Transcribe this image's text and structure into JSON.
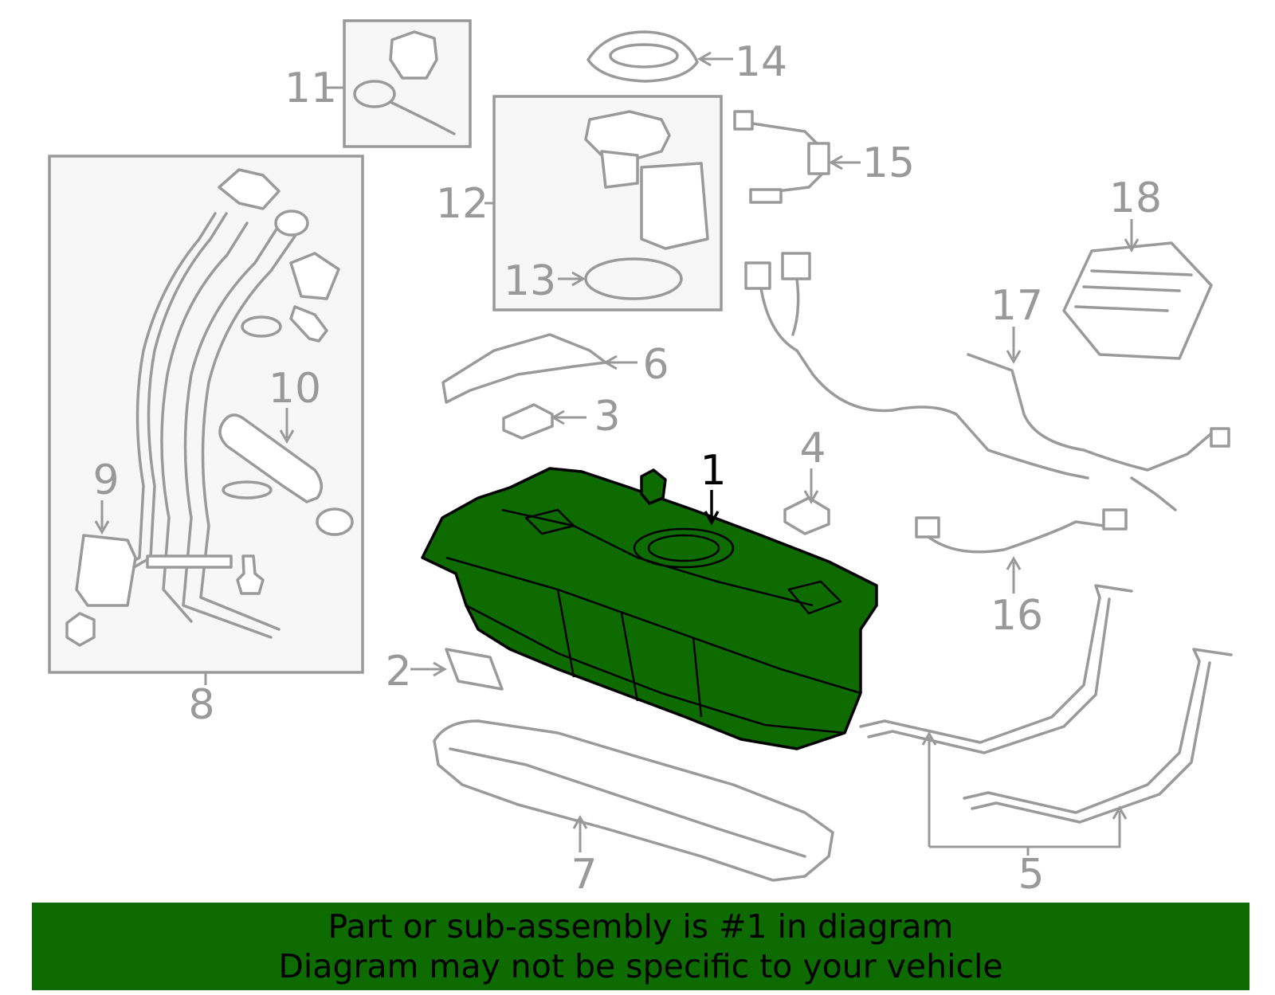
{
  "callouts": {
    "c1": "1",
    "c2": "2",
    "c3": "3",
    "c4": "4",
    "c5": "5",
    "c6": "6",
    "c7": "7",
    "c8": "8",
    "c9": "9",
    "c10": "10",
    "c11": "11",
    "c12": "12",
    "c13": "13",
    "c14": "14",
    "c15": "15",
    "c16": "16",
    "c17": "17",
    "c18": "18"
  },
  "banner": {
    "line1": "Part or sub-assembly is #1 in diagram",
    "line2": "Diagram may not be specific to your vehicle"
  },
  "colors": {
    "highlight": "#0d6b00",
    "part_line": "#9a9a9a",
    "banner_text": "#000000"
  }
}
